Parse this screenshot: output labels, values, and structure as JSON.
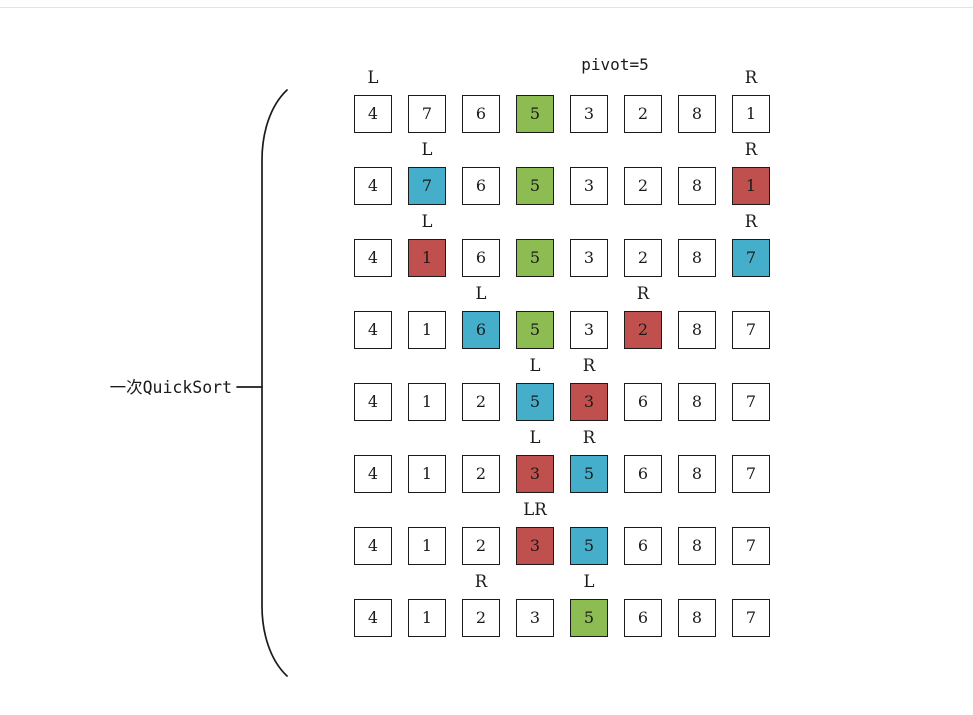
{
  "meta": {
    "title": "QuickSort one-pass partition diagram",
    "background": "#ffffff",
    "top_rule_color": "#e3e3e3"
  },
  "group": {
    "label": "一次QuickSort",
    "bracket_name": "left-curly-bracket"
  },
  "pivot_caption": "pivot=5",
  "colors": {
    "pivot_green": "#8cbc52",
    "left_blue": "#45aecb",
    "right_red": "#c0504d",
    "plain_white": "#ffffff",
    "border": "#1b1b1b",
    "text": "#1a1a1a"
  },
  "legend": {
    "pointer_left": "L",
    "pointer_right": "R",
    "pointer_both": "LR"
  },
  "geometry": {
    "cell_size": 38,
    "cell_pitch": 54,
    "row_pitch": 72,
    "columns": 8,
    "rows": 8
  },
  "rows": [
    {
      "index": 0,
      "values": [
        "4",
        "7",
        "6",
        "5",
        "3",
        "2",
        "8",
        "1"
      ],
      "fills": [
        "white",
        "white",
        "white",
        "green",
        "white",
        "white",
        "white",
        "white"
      ],
      "labels": [
        {
          "col": 0,
          "text": "L"
        },
        {
          "col": 7,
          "text": "R"
        }
      ]
    },
    {
      "index": 1,
      "values": [
        "4",
        "7",
        "6",
        "5",
        "3",
        "2",
        "8",
        "1"
      ],
      "fills": [
        "white",
        "blue",
        "white",
        "green",
        "white",
        "white",
        "white",
        "red"
      ],
      "labels": [
        {
          "col": 1,
          "text": "L"
        },
        {
          "col": 7,
          "text": "R"
        }
      ]
    },
    {
      "index": 2,
      "values": [
        "4",
        "1",
        "6",
        "5",
        "3",
        "2",
        "8",
        "7"
      ],
      "fills": [
        "white",
        "red",
        "white",
        "green",
        "white",
        "white",
        "white",
        "blue"
      ],
      "labels": [
        {
          "col": 1,
          "text": "L"
        },
        {
          "col": 7,
          "text": "R"
        }
      ]
    },
    {
      "index": 3,
      "values": [
        "4",
        "1",
        "6",
        "5",
        "3",
        "2",
        "8",
        "7"
      ],
      "fills": [
        "white",
        "white",
        "blue",
        "green",
        "white",
        "red",
        "white",
        "white"
      ],
      "labels": [
        {
          "col": 2,
          "text": "L"
        },
        {
          "col": 5,
          "text": "R"
        }
      ]
    },
    {
      "index": 4,
      "values": [
        "4",
        "1",
        "2",
        "5",
        "3",
        "6",
        "8",
        "7"
      ],
      "fills": [
        "white",
        "white",
        "white",
        "blue",
        "red",
        "white",
        "white",
        "white"
      ],
      "labels": [
        {
          "col": 3,
          "text": "L"
        },
        {
          "col": 4,
          "text": "R"
        }
      ]
    },
    {
      "index": 5,
      "values": [
        "4",
        "1",
        "2",
        "3",
        "5",
        "6",
        "8",
        "7"
      ],
      "fills": [
        "white",
        "white",
        "white",
        "red",
        "blue",
        "white",
        "white",
        "white"
      ],
      "labels": [
        {
          "col": 3,
          "text": "L"
        },
        {
          "col": 4,
          "text": "R"
        }
      ]
    },
    {
      "index": 6,
      "values": [
        "4",
        "1",
        "2",
        "3",
        "5",
        "6",
        "8",
        "7"
      ],
      "fills": [
        "white",
        "white",
        "white",
        "red",
        "blue",
        "white",
        "white",
        "white"
      ],
      "labels": [
        {
          "col": 3,
          "text": "LR"
        }
      ]
    },
    {
      "index": 7,
      "values": [
        "4",
        "1",
        "2",
        "3",
        "5",
        "6",
        "8",
        "7"
      ],
      "fills": [
        "white",
        "white",
        "white",
        "white",
        "green",
        "white",
        "white",
        "white"
      ],
      "labels": [
        {
          "col": 2,
          "text": "R"
        },
        {
          "col": 4,
          "text": "L"
        }
      ]
    }
  ]
}
